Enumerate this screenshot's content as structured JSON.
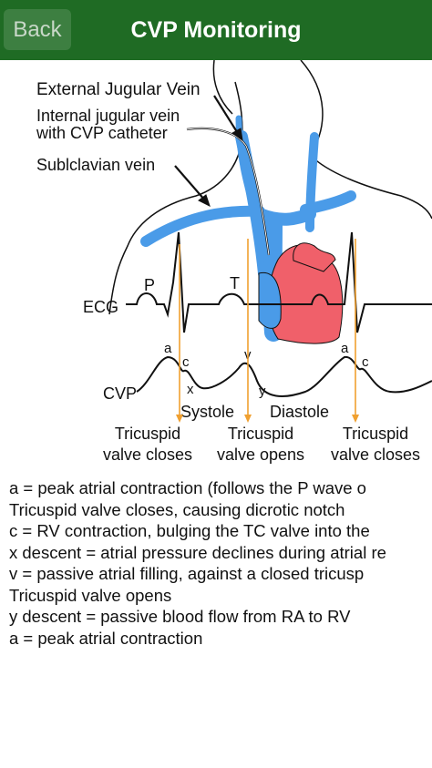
{
  "nav": {
    "back_label": "Back",
    "title": "CVP Monitoring"
  },
  "diagram": {
    "labels": {
      "external_jugular": "External Jugular Vein",
      "internal_jugular_1": "Internal jugular vein",
      "internal_jugular_2": "with CVP catheter",
      "subclavian": "Sublclavian vein",
      "ecg": "ECG",
      "p": "P",
      "t": "T",
      "cvp": "CVP",
      "a1": "a",
      "c1": "c",
      "x": "x",
      "v": "v",
      "y": "y",
      "a2": "a",
      "c2": "c",
      "systole": "Systole",
      "diastole": "Diastole",
      "tv1_1": "Tricuspid",
      "tv1_2": "valve closes",
      "tv2_1": "Tricuspid",
      "tv2_2": "valve opens",
      "tv3_1": "Tricuspid",
      "tv3_2": "valve closes"
    },
    "colors": {
      "vein": "#4a9be8",
      "heart": "#f0606a",
      "marker_line": "#f0a030"
    }
  },
  "legend": [
    "a  =  peak atrial contraction (follows the P wave o",
    "Tricuspid valve closes, causing dicrotic notch",
    "c  =  RV contraction, bulging the TC valve into the",
    "x descent = atrial pressure declines during atrial re",
    "v  =  passive atrial filling, against a closed tricusp",
    "Tricuspid valve opens",
    "y descent = passive blood flow from RA to RV",
    "a  =  peak atrial contraction"
  ]
}
